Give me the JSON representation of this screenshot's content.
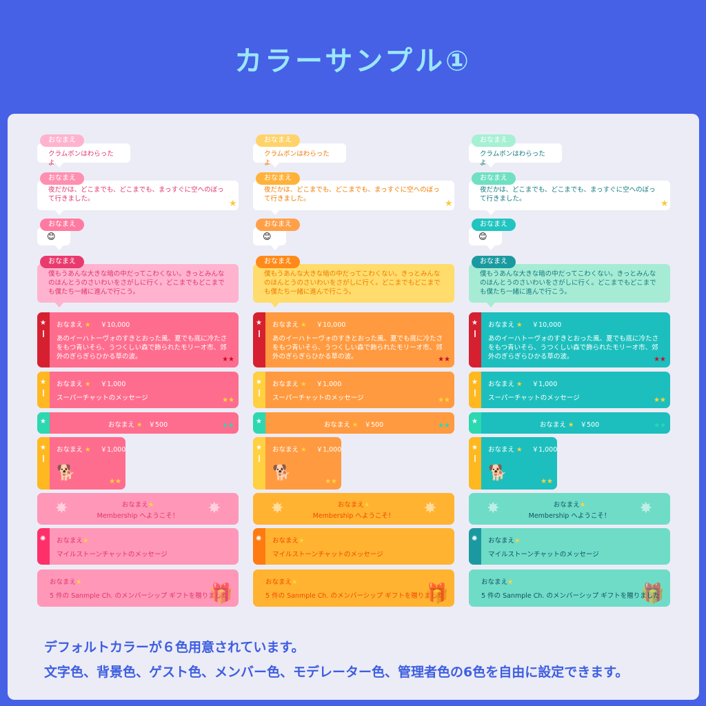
{
  "title": "カラーサンプル①",
  "columns": [
    {
      "name_label": "おなまえ",
      "pill_colors": [
        "#ffb3cf",
        "#ff8fb1",
        "#ff7aa0",
        "#e93a6e"
      ],
      "text_color": "#e0356a",
      "long_bg": "#ffb3cf",
      "sc_big": {
        "bar": "#d62030",
        "body": "#ff6d8e",
        "mini": "#c8102e"
      },
      "sc_mid": {
        "bar": "#ffb820",
        "body": "#ff6d8e",
        "mini": "#ffd43b"
      },
      "sc_small": {
        "bar": "#2bd8b0",
        "body": "#ff6d8e",
        "mini": "#2bd8b0"
      },
      "sc_sticker": {
        "bar": "#ffb820",
        "body": "#ff6d8e",
        "mini": "#ffd43b"
      },
      "member_bg": "#ff97b8",
      "member_text": "#e0356a",
      "milestone": {
        "bar": "#ff2f6a",
        "body": "#ff97b8",
        "text": "#e0356a"
      },
      "gift_bg": "#ff97b8",
      "gift_text": "#e0356a"
    },
    {
      "name_label": "おなまえ",
      "pill_colors": [
        "#ffd36b",
        "#ffb23a",
        "#ffa048",
        "#ff8a1a"
      ],
      "text_color": "#f07a00",
      "long_bg": "#ffdc6b",
      "sc_big": {
        "bar": "#d62030",
        "body": "#ff9a40",
        "mini": "#c8102e"
      },
      "sc_mid": {
        "bar": "#ffd040",
        "body": "#ff9a40",
        "mini": "#ffd43b"
      },
      "sc_small": {
        "bar": "#2bd8b0",
        "body": "#ff9a40",
        "mini": "#2bd8b0"
      },
      "sc_sticker": {
        "bar": "#ffd040",
        "body": "#ff9a40",
        "mini": "#ffd43b"
      },
      "member_bg": "#ffb330",
      "member_text": "#f04a00",
      "milestone": {
        "bar": "#ff7a10",
        "body": "#ffb330",
        "text": "#f04a00"
      },
      "gift_bg": "#ffb330",
      "gift_text": "#f04a00"
    },
    {
      "name_label": "おなまえ",
      "pill_colors": [
        "#a6f0d4",
        "#6fe0c2",
        "#20c4c0",
        "#1a9aa0"
      ],
      "text_color": "#127a80",
      "long_bg": "#a6ecd4",
      "sc_big": {
        "bar": "#d62030",
        "body": "#1cbfbd",
        "mini": "#c8102e"
      },
      "sc_mid": {
        "bar": "#ffb820",
        "body": "#1cbfbd",
        "mini": "#ffd43b"
      },
      "sc_small": {
        "bar": "#2bd8b0",
        "body": "#1cbfbd",
        "mini": "#2bd8b0"
      },
      "sc_sticker": {
        "bar": "#ffb820",
        "body": "#1cbfbd",
        "mini": "#ffd43b"
      },
      "member_bg": "#6fdcc8",
      "member_text": "#125060",
      "milestone": {
        "bar": "#1a9aa0",
        "body": "#6fdcc8",
        "text": "#125060"
      },
      "gift_bg": "#6fdcc8",
      "gift_text": "#125060"
    }
  ],
  "messages": {
    "short": "クラムボンはわらったよ",
    "medium": "夜だかは、どこまでも、どこまでも、まっすぐに空へのぼって行きました。",
    "emoji": "😊",
    "long": "僕もうあんな大きな暗の中だってこわくない。きっとみんなのほんとうのさいわいをさがしに行く。どこまでもどこまでも僕たち一緒に進んで行こう。",
    "sc_big_amount": "￥10,000",
    "sc_big_msg": "あのイーハトーヴォのすきとおった風、夏でも底に冷たさをもつ青いそら、うつくしい森で飾られたモリーオ市、郊外のぎらぎらひかる草の波。",
    "sc_mid_amount": "￥1,000",
    "sc_mid_msg": "スーパーチャットのメッセージ",
    "sc_small_amount": "￥500",
    "sc_sticker_amount": "￥1,000",
    "member_msg": "Membership へようこそ！",
    "milestone_msg": "マイルストーンチャットのメッセージ",
    "gift_msg": "5 件の Sanmple Ch. のメンバーシップ ギフトを贈りました"
  },
  "footer": {
    "line1": "デフォルトカラーが６色用意されています。",
    "line2": "文字色、背景色、ゲスト色、メンバー色、モデレーター色、管理者色の6色を自由に設定できます。"
  }
}
